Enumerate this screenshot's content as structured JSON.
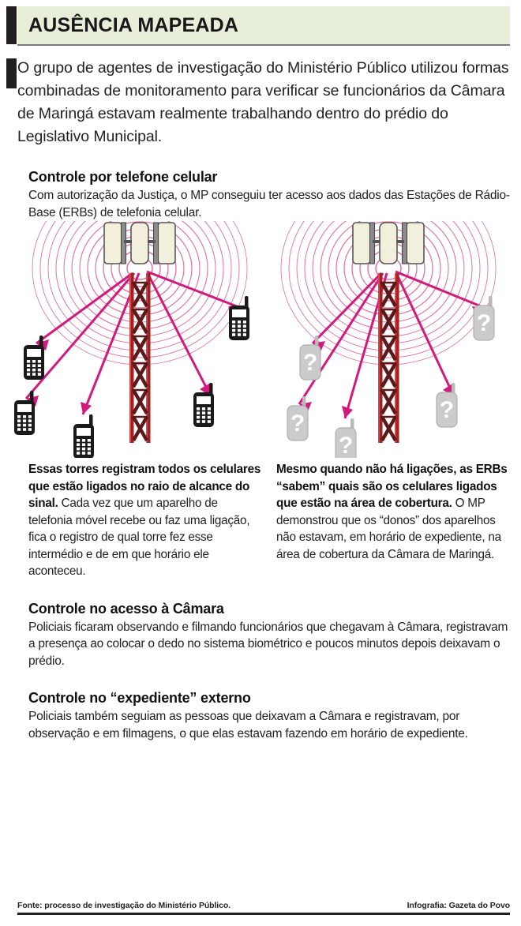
{
  "header": {
    "title": "AUSÊNCIA MAPEADA"
  },
  "intro": {
    "text": "O grupo de agentes de investigação do Ministério Público utilizou formas combinadas de monitoramento para verificar se funcionários da Câmara de Maringá estavam realmente trabalhando dentro do prédio do Legislativo Municipal."
  },
  "sections": [
    {
      "heading": "Controle por telefone celular",
      "paragraph": "Com autorização da Justiça, o MP conseguiu ter acesso aos dados das Estações de Rádio-Base (ERBs) de telefonia celular."
    },
    {
      "heading": "Controle no acesso à Câmara",
      "paragraph": "Policiais ficaram observando e filmando funcionários que chegavam à Câmara, registravam a presença ao colocar o dedo no sistema biométrico e poucos minutos depois deixavam o prédio."
    },
    {
      "heading": "Controle no “expediente” externo",
      "paragraph": "Policiais também seguiam as pessoas que deixavam a Câmara e registravam, por observação e em filmagens, o que elas estavam fazendo em horário de expediente."
    }
  ],
  "illustration": {
    "left_tower": {
      "name": "cell-tower-with-active-phones",
      "phone_count": 5,
      "phone_style": "black-handset",
      "signal_rings": 13
    },
    "right_tower": {
      "name": "cell-tower-with-unknown-phones",
      "phone_count": 5,
      "phone_style": "gray-handset-question-mark",
      "phone_symbol": "?",
      "signal_rings": 13
    },
    "colors": {
      "signal": "#e5187f",
      "rings": "#e06a9e",
      "tower": "#a32020",
      "tower_dark": "#5b1a1a",
      "antenna_panel": "#f2f0dc",
      "antenna_edge": "#8c8c8c",
      "phone_black": "#1a1a1a",
      "phone_gray": "#c9c9c9",
      "accent_green": "#e8efd8"
    }
  },
  "columns": [
    {
      "lead": "Essas torres registram todos os celulares que estão ligados no raio de alcance do sinal.",
      "rest": " Cada vez que um aparelho de telefonia móvel recebe ou faz uma ligação, fica o registro de qual torre fez esse intermédio e de em que horário ele aconteceu."
    },
    {
      "lead": "Mesmo quando não há ligações, as ERBs “sabem” quais são os celulares ligados que estão na área de cobertura.",
      "rest": " O MP demonstrou que os “donos” dos aparelhos não estavam, em horário de expediente, na área de cobertura da Câmara de Maringá."
    }
  ],
  "footer": {
    "source": "Fonte: processo de investigação do Ministério Público.",
    "credit": "Infografia: Gazeta do Povo"
  }
}
